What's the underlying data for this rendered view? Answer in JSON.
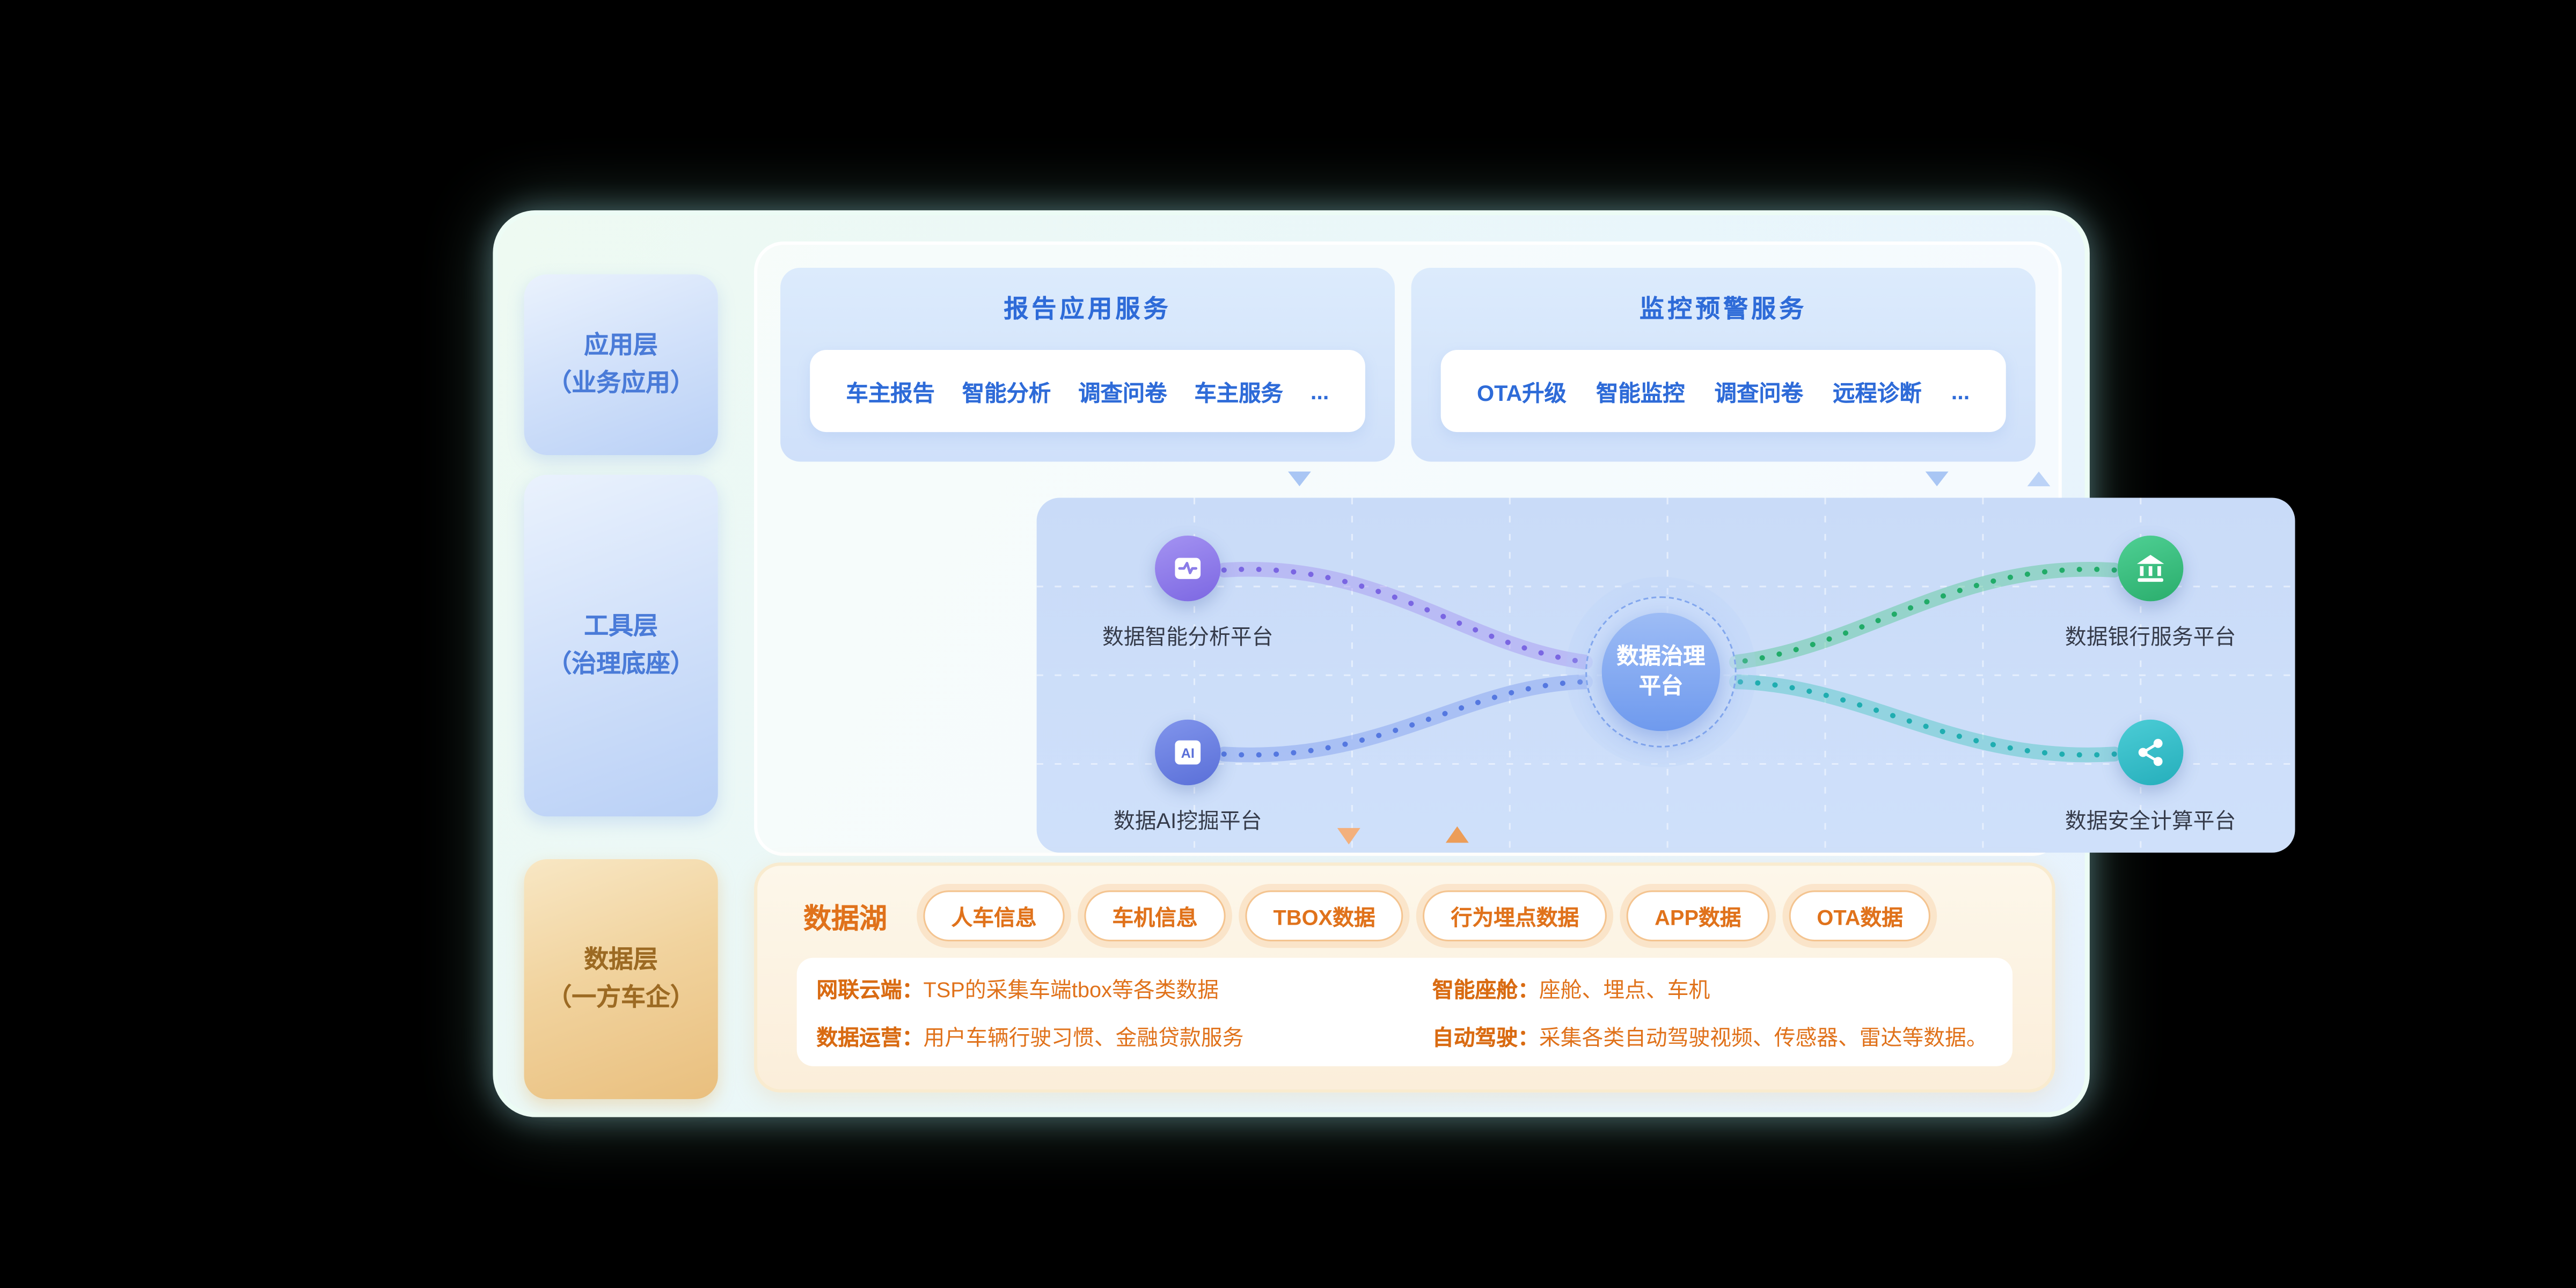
{
  "layers": {
    "application": {
      "line1": "应用层",
      "line2": "（业务应用）"
    },
    "tooling": {
      "line1": "工具层",
      "line2": "（治理底座）"
    },
    "data": {
      "line1": "数据层",
      "line2": "（一方车企）"
    }
  },
  "services": {
    "report": {
      "title": "报告应用服务",
      "items": [
        "车主报告",
        "智能分析",
        "调查问卷",
        "车主服务",
        "..."
      ]
    },
    "monitor": {
      "title": "监控预警服务",
      "items": [
        "OTA升级",
        "智能监控",
        "调查问卷",
        "远程诊断",
        "..."
      ]
    }
  },
  "governance": {
    "center": {
      "line1": "数据治理",
      "line2": "平台"
    },
    "nodes": {
      "analysis": {
        "label": "数据智能分析平台"
      },
      "ai_mining": {
        "label": "数据AI挖掘平台"
      },
      "bank": {
        "label": "数据银行服务平台"
      },
      "security": {
        "label": "数据安全计算平台"
      }
    }
  },
  "icons": {
    "ai_glyph": "AI"
  },
  "datalake": {
    "title": "数据湖",
    "tags": [
      "人车信息",
      "车机信息",
      "TBOX数据",
      "行为埋点数据",
      "APP数据",
      "OTA数据"
    ],
    "details": [
      {
        "label": "网联云端：",
        "text": "TSP的采集车端tbox等各类数据"
      },
      {
        "label": "数据运营：",
        "text": "用户车辆行驶习惯、金融贷款服务"
      },
      {
        "label": "智能座舱：",
        "text": "座舱、埋点、车机"
      },
      {
        "label": "自动驾驶：",
        "text": "采集各类自动驾驶视频、传感器、雷达等数据。"
      }
    ]
  },
  "colors": {
    "blue_text": "#2e6bd8",
    "orange": "#e0721b",
    "purple_node": "#8b7ce8",
    "blue_node": "#6c82e4",
    "green_node": "#35bd80",
    "teal_node": "#36c3cd"
  }
}
